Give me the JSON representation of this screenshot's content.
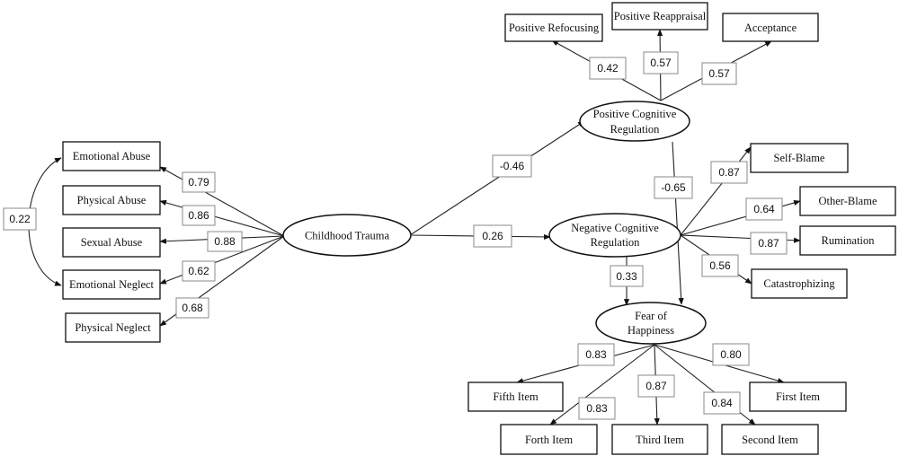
{
  "latent": {
    "childhood_trauma": "Childhood Trauma",
    "positive_regulation": [
      "Positive Cognitive",
      "Regulation"
    ],
    "negative_regulation": [
      "Negative Cognitive",
      "Regulation"
    ],
    "fear_of_happiness": [
      "Fear of",
      "Happiness"
    ]
  },
  "indicators": {
    "emotional_abuse": "Emotional Abuse",
    "physical_abuse": "Physical Abuse",
    "sexual_abuse": "Sexual Abuse",
    "emotional_neglect": "Emotional Neglect",
    "physical_neglect": "Physical Neglect",
    "positive_refocusing": "Positive Refocusing",
    "positive_reappraisal": "Positive Reappraisal",
    "acceptance": "Acceptance",
    "self_blame": "Self-Blame",
    "other_blame": "Other-Blame",
    "rumination": "Rumination",
    "catastrophizing": "Catastrophizing",
    "fifth_item": "Fifth Item",
    "forth_item": "Forth Item",
    "third_item": "Third Item",
    "second_item": "Second Item",
    "first_item": "First Item"
  },
  "coefficients": {
    "emotional_abuse": "0.79",
    "physical_abuse": "0.86",
    "sexual_abuse": "0.88",
    "emotional_neglect": "0.62",
    "physical_neglect": "0.68",
    "abuse_neglect_covariance": "0.22",
    "trauma_to_positive": "-0.46",
    "trauma_to_negative": "0.26",
    "positive_to_fear": "-0.65",
    "negative_to_fear": "0.33",
    "positive_refocusing": "0.42",
    "positive_reappraisal": "0.57",
    "acceptance": "0.57",
    "self_blame": "0.87",
    "other_blame": "0.64",
    "rumination": "0.87",
    "catastrophizing": "0.56",
    "fifth_item": "0.83",
    "forth_item": "0.83",
    "third_item": "0.87",
    "second_item": "0.84",
    "first_item": "0.80"
  }
}
